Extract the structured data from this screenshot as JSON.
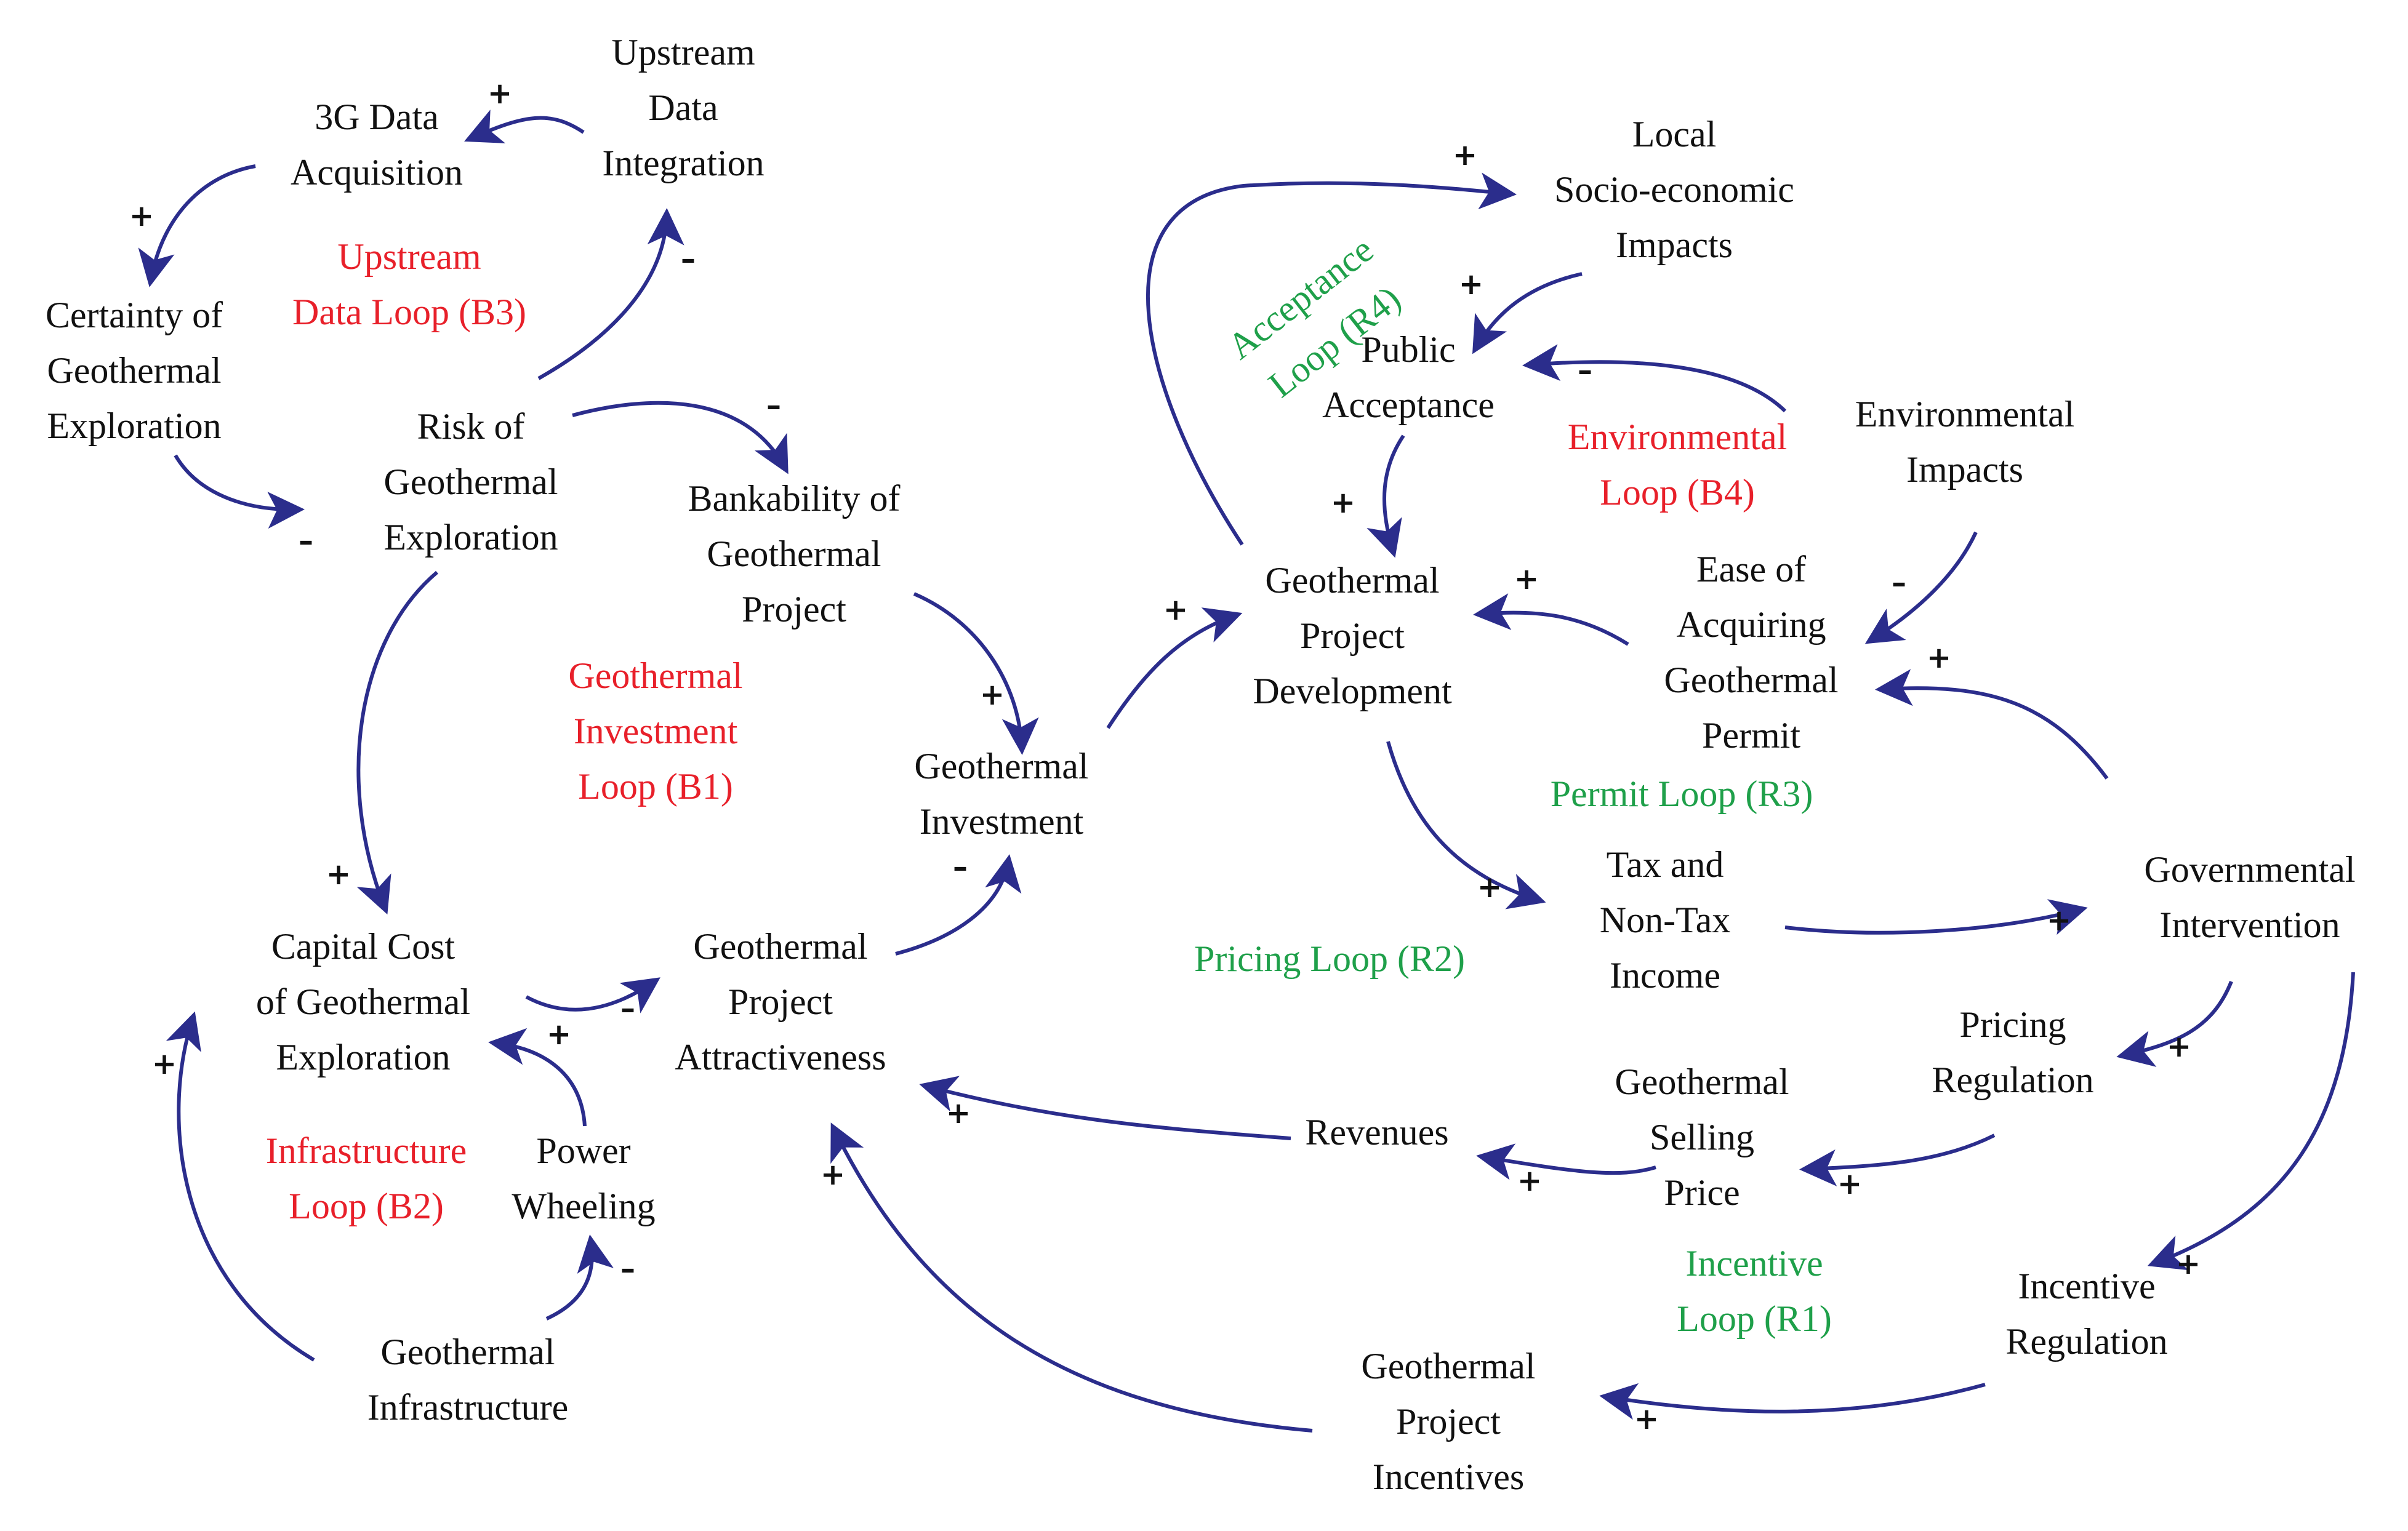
{
  "colors": {
    "arrow": "#2b2d8c",
    "text": "#111111",
    "balancing_loop": "#e8202a",
    "reinforcing_loop": "#1fa04a"
  },
  "nodes": {
    "upstream_data_integration": [
      "Upstream",
      "Data",
      "Integration"
    ],
    "data_acquisition_3g": [
      "3G Data",
      "Acquisition"
    ],
    "certainty_exploration": [
      "Certainty of",
      "Geothermal",
      "Exploration"
    ],
    "risk_exploration": [
      "Risk of",
      "Geothermal",
      "Exploration"
    ],
    "bankability": [
      "Bankability of",
      "Geothermal",
      "Project"
    ],
    "geothermal_investment": [
      "Geothermal",
      "Investment"
    ],
    "capital_cost": [
      "Capital Cost",
      "of Geothermal",
      "Exploration"
    ],
    "project_attractiveness": [
      "Geothermal",
      "Project",
      "Attractiveness"
    ],
    "power_wheeling": [
      "Power",
      "Wheeling"
    ],
    "geothermal_infrastructure": [
      "Geothermal",
      "Infrastructure"
    ],
    "local_impacts": [
      "Local",
      "Socio-economic",
      "Impacts"
    ],
    "public_acceptance": [
      "Public",
      "Acceptance"
    ],
    "environmental_impacts": [
      "Environmental",
      "Impacts"
    ],
    "project_development": [
      "Geothermal",
      "Project",
      "Development"
    ],
    "ease_permit": [
      "Ease of",
      "Acquiring",
      "Geothermal",
      "Permit"
    ],
    "tax_income": [
      "Tax and",
      "Non-Tax",
      "Income"
    ],
    "governmental_intervention": [
      "Governmental",
      "Intervention"
    ],
    "pricing_regulation": [
      "Pricing",
      "Regulation"
    ],
    "selling_price": [
      "Geothermal",
      "Selling",
      "Price"
    ],
    "revenues": [
      "Revenues"
    ],
    "incentive_regulation": [
      "Incentive",
      "Regulation"
    ],
    "project_incentives": [
      "Geothermal",
      "Project",
      "Incentives"
    ]
  },
  "loops": {
    "upstream_data": {
      "kind": "balancing",
      "lines": [
        "Upstream",
        "Data Loop (B3)"
      ]
    },
    "investment": {
      "kind": "balancing",
      "lines": [
        "Geothermal",
        "Investment",
        "Loop (B1)"
      ]
    },
    "infrastructure": {
      "kind": "balancing",
      "lines": [
        "Infrastructure",
        "Loop (B2)"
      ]
    },
    "environmental": {
      "kind": "balancing",
      "lines": [
        "Environmental",
        "Loop (B4)"
      ]
    },
    "acceptance": {
      "kind": "reinforcing",
      "lines": [
        "Acceptance",
        "Loop (R4)"
      ]
    },
    "permit": {
      "kind": "reinforcing",
      "lines": [
        "Permit Loop (R3)"
      ]
    },
    "pricing": {
      "kind": "reinforcing",
      "lines": [
        "Pricing Loop (R2)"
      ]
    },
    "incentive": {
      "kind": "reinforcing",
      "lines": [
        "Incentive",
        "Loop (R1)"
      ]
    }
  },
  "links": [
    {
      "from": "upstream_data_integration",
      "to": "data_acquisition_3g",
      "polarity": "+"
    },
    {
      "from": "data_acquisition_3g",
      "to": "certainty_exploration",
      "polarity": "+"
    },
    {
      "from": "certainty_exploration",
      "to": "risk_exploration",
      "polarity": "–"
    },
    {
      "from": "risk_exploration",
      "to": "upstream_data_integration",
      "polarity": "–"
    },
    {
      "from": "risk_exploration",
      "to": "bankability",
      "polarity": "–"
    },
    {
      "from": "risk_exploration",
      "to": "capital_cost",
      "polarity": "+"
    },
    {
      "from": "bankability",
      "to": "geothermal_investment",
      "polarity": "+"
    },
    {
      "from": "capital_cost",
      "to": "project_attractiveness",
      "polarity": "–"
    },
    {
      "from": "project_attractiveness",
      "to": "geothermal_investment",
      "polarity": "+"
    },
    {
      "from": "power_wheeling",
      "to": "capital_cost",
      "polarity": "–"
    },
    {
      "from": "geothermal_infrastructure",
      "to": "power_wheeling",
      "polarity": "+"
    },
    {
      "from": "geothermal_infrastructure",
      "to": "capital_cost",
      "polarity": "–"
    },
    {
      "from": "geothermal_investment",
      "to": "project_development",
      "polarity": "+"
    },
    {
      "from": "project_development",
      "to": "local_impacts",
      "polarity": "+"
    },
    {
      "from": "local_impacts",
      "to": "public_acceptance",
      "polarity": "+"
    },
    {
      "from": "environmental_impacts",
      "to": "public_acceptance",
      "polarity": "–"
    },
    {
      "from": "public_acceptance",
      "to": "project_development",
      "polarity": "+"
    },
    {
      "from": "environmental_impacts",
      "to": "ease_permit",
      "polarity": "–"
    },
    {
      "from": "ease_permit",
      "to": "project_development",
      "polarity": "+"
    },
    {
      "from": "project_development",
      "to": "tax_income",
      "polarity": "+"
    },
    {
      "from": "tax_income",
      "to": "governmental_intervention",
      "polarity": "+"
    },
    {
      "from": "governmental_intervention",
      "to": "ease_permit",
      "polarity": "+"
    },
    {
      "from": "governmental_intervention",
      "to": "pricing_regulation",
      "polarity": "+"
    },
    {
      "from": "governmental_intervention",
      "to": "incentive_regulation",
      "polarity": "+"
    },
    {
      "from": "pricing_regulation",
      "to": "selling_price",
      "polarity": "+"
    },
    {
      "from": "selling_price",
      "to": "revenues",
      "polarity": "+"
    },
    {
      "from": "revenues",
      "to": "project_attractiveness",
      "polarity": "+"
    },
    {
      "from": "incentive_regulation",
      "to": "project_incentives",
      "polarity": "+"
    },
    {
      "from": "project_incentives",
      "to": "project_attractiveness",
      "polarity": "+"
    }
  ]
}
